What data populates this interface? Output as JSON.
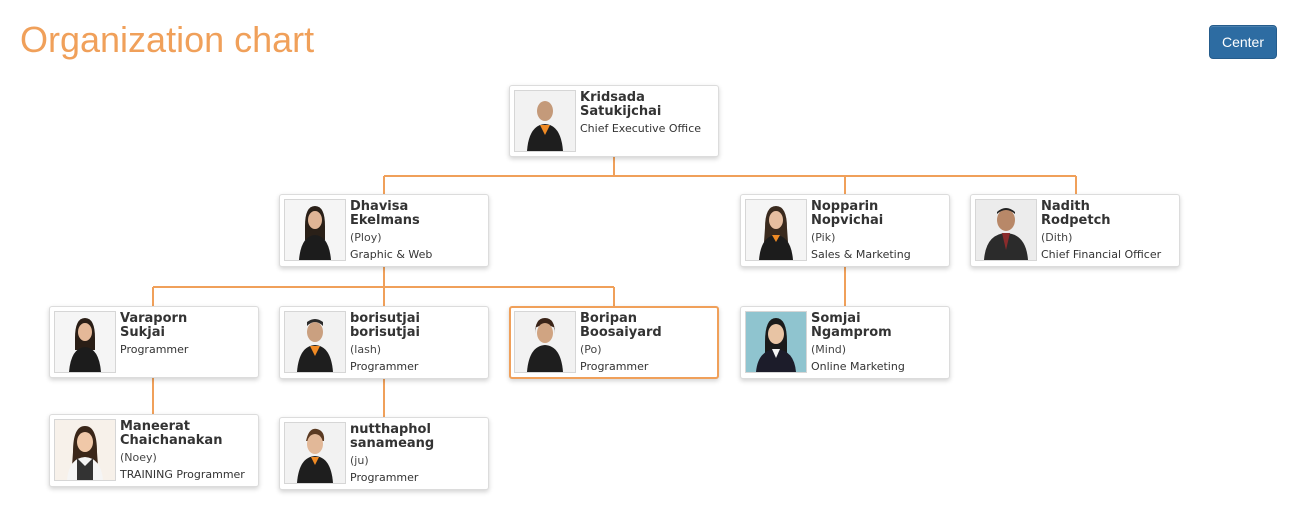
{
  "header": {
    "title": "Organization chart",
    "center_label": "Center"
  },
  "accent_color": "#f0a05a",
  "button_color": "#2d6ca2",
  "nodes": [
    {
      "id": "kridsada",
      "first": "Kridsada",
      "last": "Satukijchai",
      "nick": "",
      "role": "Chief Executive Office",
      "parent": null,
      "selected": false
    },
    {
      "id": "dhavisa",
      "first": "Dhavisa",
      "last": "Ekelmans",
      "nick": "(Ploy)",
      "role": "Graphic & Web",
      "parent": "kridsada",
      "selected": false
    },
    {
      "id": "nopparin",
      "first": "Nopparin",
      "last": "Nopvichai",
      "nick": "(Pik)",
      "role": "Sales & Marketing",
      "parent": "kridsada",
      "selected": false
    },
    {
      "id": "nadith",
      "first": "Nadith",
      "last": "Rodpetch",
      "nick": "(Dith)",
      "role": "Chief Financial Officer",
      "parent": "kridsada",
      "selected": false
    },
    {
      "id": "varaporn",
      "first": "Varaporn",
      "last": "Sukjai",
      "nick": "",
      "role": "Programmer",
      "parent": "dhavisa",
      "selected": false
    },
    {
      "id": "borisutjai",
      "first": "borisutjai",
      "last": "borisutjai",
      "nick": "(lash)",
      "role": "Programmer",
      "parent": "dhavisa",
      "selected": false
    },
    {
      "id": "boripan",
      "first": "Boripan",
      "last": "Boosaiyard",
      "nick": "(Po)",
      "role": "Programmer",
      "parent": "dhavisa",
      "selected": true
    },
    {
      "id": "somjai",
      "first": "Somjai",
      "last": "Ngamprom",
      "nick": "(Mind)",
      "role": "Online Marketing",
      "parent": "nopparin",
      "selected": false
    },
    {
      "id": "maneerat",
      "first": "Maneerat",
      "last": "Chaichanakan",
      "nick": "(Noey)",
      "role": "TRAINING Programmer",
      "parent": "varaporn",
      "selected": false
    },
    {
      "id": "nutthaphol",
      "first": "nutthaphol",
      "last": "sanameang",
      "nick": "(ju)",
      "role": "Programmer",
      "parent": "borisutjai",
      "selected": false
    }
  ]
}
